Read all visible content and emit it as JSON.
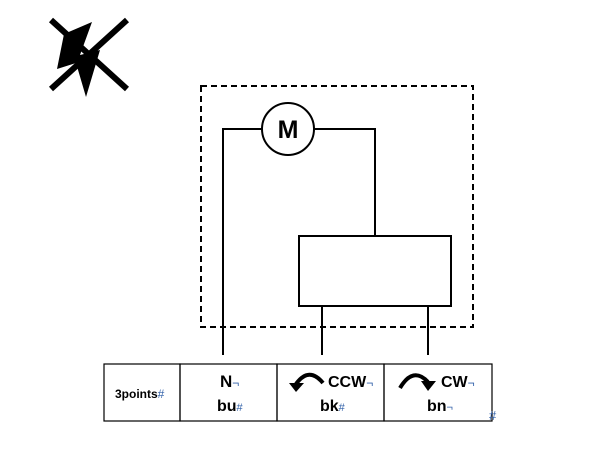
{
  "diagram": {
    "motor_label": "M",
    "terminals": [
      {
        "id": "info",
        "label": "3points",
        "mark": "#"
      },
      {
        "id": "n",
        "top": "N",
        "top_mark": "¬",
        "bottom": "bu",
        "bottom_mark": "#"
      },
      {
        "id": "ccw",
        "top": "CCW",
        "top_mark": "¬",
        "bottom": "bk",
        "bottom_mark": "#"
      },
      {
        "id": "cw",
        "top": "CW",
        "top_mark": "¬",
        "bottom": "bn",
        "bottom_mark": "¬"
      }
    ],
    "trailing_mark": "#",
    "colors": {
      "line": "#000000",
      "format_mark": "#2f5fa8",
      "background": "#ffffff"
    },
    "icons": [
      "no-lightning-icon",
      "motor-icon",
      "rotate-ccw-icon",
      "rotate-cw-icon"
    ]
  }
}
